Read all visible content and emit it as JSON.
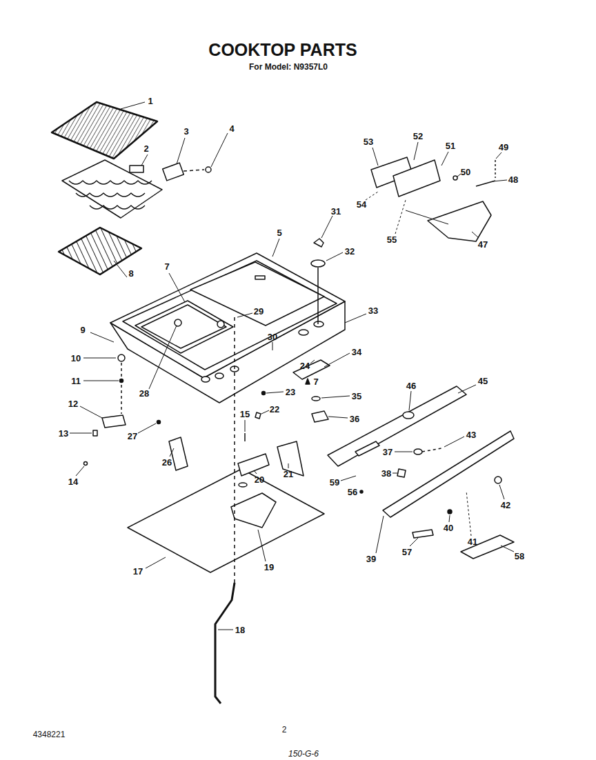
{
  "diagram": {
    "title": "COOKTOP PARTS",
    "labels": [
      "For Model: N9357L0",
      "1",
      "53",
      "52",
      "51",
      "49",
      "3",
      "4",
      "2",
      "48",
      "50",
      "54",
      "31",
      "5",
      "55",
      "47",
      "32",
      "7",
      "8",
      "33",
      "29",
      "9",
      "30",
      "10",
      "34",
      "24",
      "28",
      "11",
      "7",
      "45",
      "46",
      "23",
      "35",
      "12",
      "22",
      "15",
      "36",
      "13",
      "27",
      "43",
      "37",
      "26",
      "21",
      "38",
      "20",
      "14",
      "59",
      "56",
      "42",
      "40",
      "41",
      "57",
      "58",
      "39",
      "19",
      "17",
      "18",
      "4348221",
      "2",
      "150-G-6"
    ]
  }
}
